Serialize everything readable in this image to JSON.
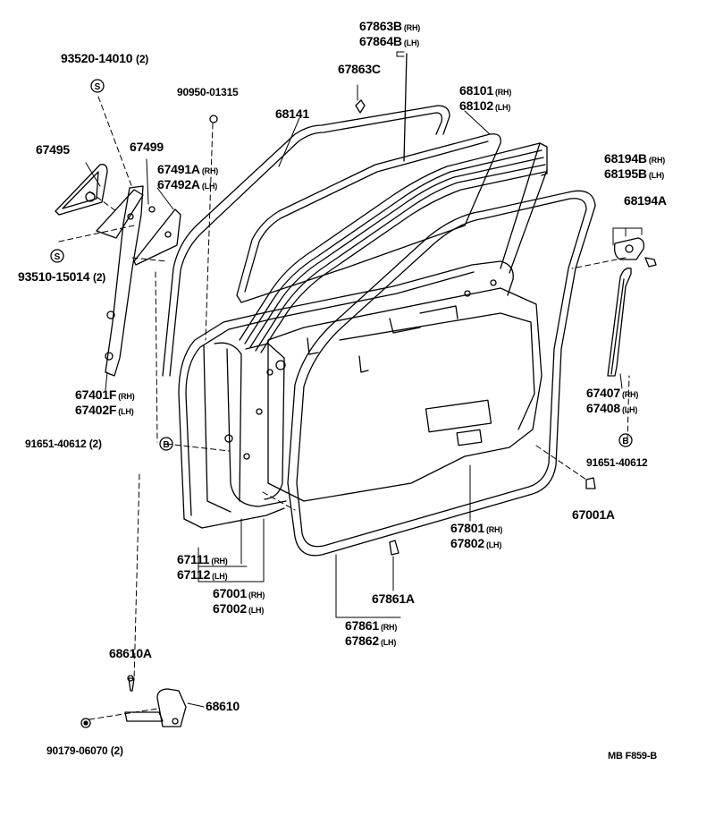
{
  "labels": {
    "p93520": {
      "part": "93520-14010",
      "qty": "(2)"
    },
    "p67495": {
      "part": "67495"
    },
    "p67499": {
      "part": "67499"
    },
    "p67491": {
      "line1": "67491A",
      "side1": "(RH)",
      "line2": "67492A",
      "side2": "(LH)"
    },
    "p93510": {
      "part": "93510-15014",
      "qty": "(2)"
    },
    "p90950": {
      "part": "90950-01315"
    },
    "p68141": {
      "part": "68141"
    },
    "p67863b": {
      "line1": "67863B",
      "side1": "(RH)",
      "line2": "67864B",
      "side2": "(LH)"
    },
    "p67863c": {
      "part": "67863C"
    },
    "p68101": {
      "line1": "68101",
      "side1": "(RH)",
      "line2": "68102",
      "side2": "(LH)"
    },
    "p68194b": {
      "line1": "68194B",
      "side1": "(RH)",
      "line2": "68195B",
      "side2": "(LH)"
    },
    "p68194a": {
      "part": "68194A"
    },
    "p67401": {
      "line1": "67401F",
      "side1": "(RH)",
      "line2": "67402F",
      "side2": "(LH)"
    },
    "p91651l": {
      "part": "91651-40612",
      "qty": "(2)"
    },
    "p67407": {
      "line1": "67407",
      "side1": "(RH)",
      "line2": "67408",
      "side2": "(LH)"
    },
    "p91651r": {
      "part": "91651-40612"
    },
    "p67001a": {
      "part": "67001A"
    },
    "p67111": {
      "line1": "67111",
      "side1": "(RH)",
      "line2": "67112",
      "side2": "(LH)"
    },
    "p67001": {
      "line1": "67001",
      "side1": "(RH)",
      "line2": "67002",
      "side2": "(LH)"
    },
    "p67801": {
      "line1": "67801",
      "side1": "(RH)",
      "line2": "67802",
      "side2": "(LH)"
    },
    "p67861a": {
      "part": "67861A"
    },
    "p67861": {
      "line1": "67861",
      "side1": "(RH)",
      "line2": "67862",
      "side2": "(LH)"
    },
    "p68610a": {
      "part": "68610A"
    },
    "p68610": {
      "part": "68610"
    },
    "p90179": {
      "part": "90179-06070",
      "qty": "(2)"
    }
  },
  "markers": {
    "s": "S",
    "b": "B"
  },
  "reference": "MB  F859-B"
}
